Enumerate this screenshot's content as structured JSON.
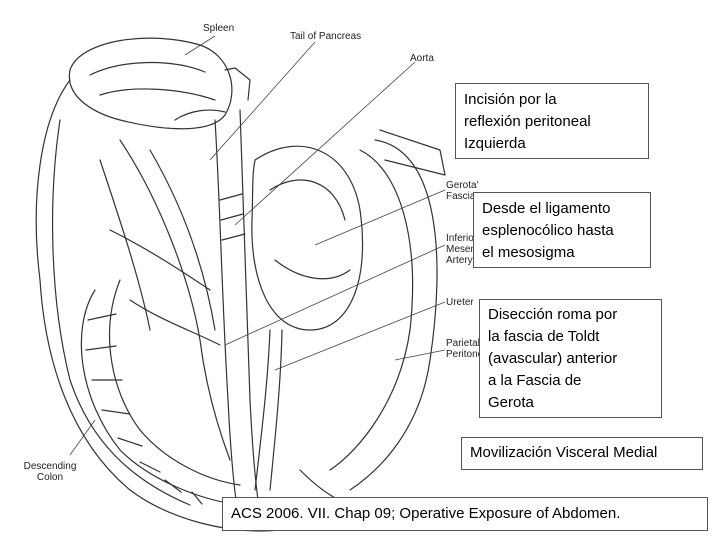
{
  "anatomy_labels": {
    "spleen": "Spleen",
    "tail_of_pancreas": "Tail of Pancreas",
    "aorta": "Aorta",
    "gerotas_fascia": [
      "Gerota's",
      "Fascia"
    ],
    "inferior_mesenteric_artery": [
      "Inferior",
      "Mesenteric",
      "Artery"
    ],
    "ureter": "Ureter",
    "parietal_peritoneum": [
      "Parietal",
      "Peritoneum"
    ],
    "descending_colon": [
      "Descending",
      "Colon"
    ]
  },
  "annotations": {
    "incision": [
      "Incisión por la",
      "reflexión peritoneal",
      "Izquierda"
    ],
    "ligament": [
      "Desde el ligamento",
      "esplenocólico hasta",
      "el mesosigma"
    ],
    "dissection": [
      "Disección roma por",
      "la fascia de Toldt",
      "(avascular) anterior",
      "a la Fascia de",
      "Gerota"
    ],
    "maneuver": "Movilización Visceral Medial",
    "citation": "ACS 2006. VII. Chap 09; Operative Exposure of Abdomen."
  },
  "colors": {
    "ink": "#222222",
    "border": "#555555",
    "background": "#ffffff"
  }
}
